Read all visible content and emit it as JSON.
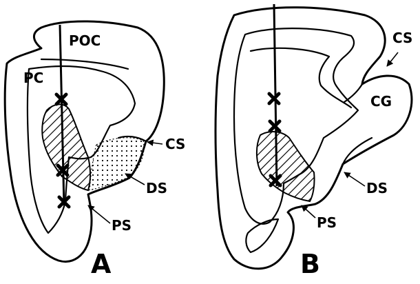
{
  "panels": {
    "a": {
      "letter": "A",
      "labels": {
        "poc": "POC",
        "pc": "PC",
        "cs": "CS",
        "ds": "DS",
        "ps": "PS"
      }
    },
    "b": {
      "letter": "B",
      "labels": {
        "cs": "CS",
        "cg": "CG",
        "ds": "DS",
        "ps": "PS"
      }
    }
  }
}
